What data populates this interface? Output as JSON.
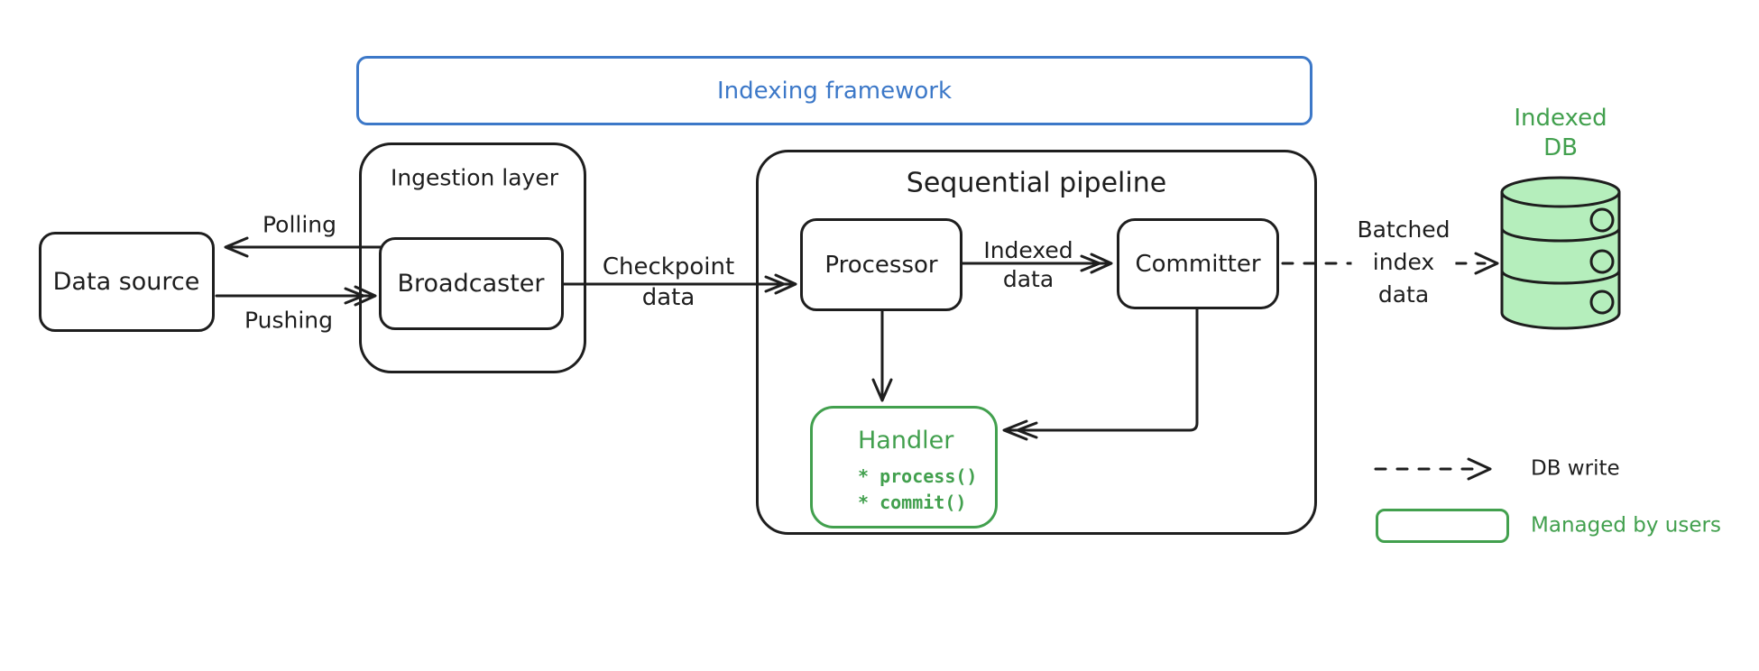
{
  "frame": {
    "label": "Indexing framework"
  },
  "nodes": {
    "data_source": {
      "label": "Data source"
    },
    "ingestion_layer": {
      "label": "Ingestion layer"
    },
    "broadcaster": {
      "label": "Broadcaster"
    },
    "pipeline": {
      "label": "Sequential pipeline"
    },
    "processor": {
      "label": "Processor"
    },
    "committer": {
      "label": "Committer"
    },
    "handler": {
      "label": "Handler",
      "methods": [
        "* process()",
        "* commit()"
      ]
    },
    "indexed_db": {
      "label_line1": "Indexed",
      "label_line2": "DB"
    }
  },
  "edges": {
    "polling": {
      "label": "Polling"
    },
    "pushing": {
      "label": "Pushing"
    },
    "checkpoint": {
      "label_line1": "Checkpoint",
      "label_line2": "data"
    },
    "indexed": {
      "label_line1": "Indexed",
      "label_line2": "data"
    },
    "batched": {
      "label_line1": "Batched",
      "label_line2": "index",
      "label_line3": "data"
    }
  },
  "legend": {
    "db_write": "DB write",
    "managed_by_users": "Managed by users"
  },
  "colors": {
    "ink": "#1e1e1e",
    "blue": "#3c78c8",
    "green": "#42a04e",
    "db_fill": "#b5eebc"
  }
}
